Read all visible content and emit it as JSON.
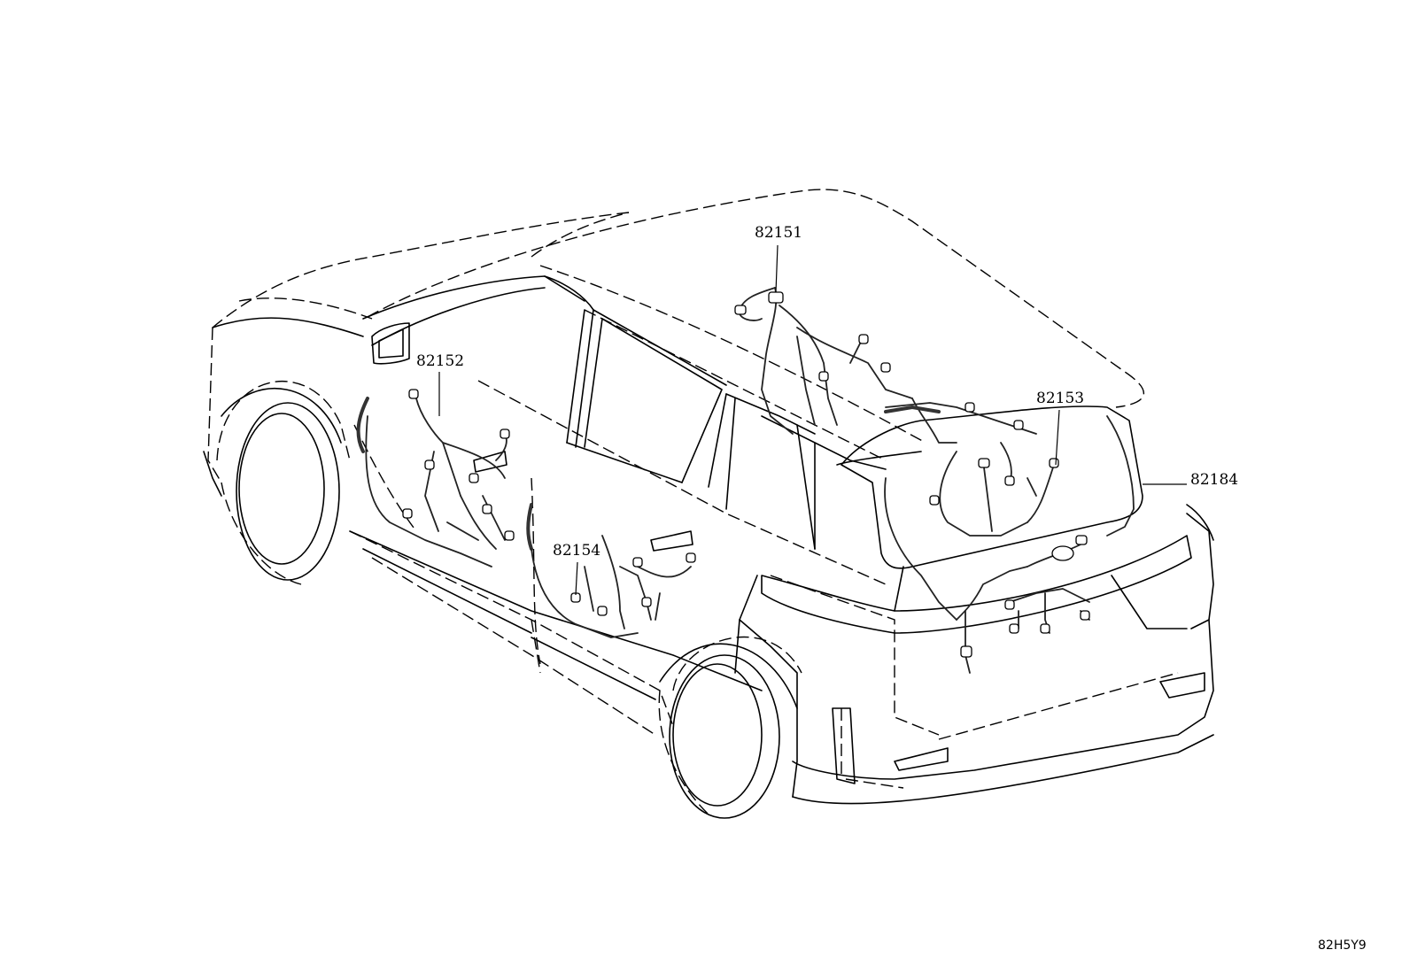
{
  "diagram": {
    "callouts": [
      {
        "id": "82151",
        "label": "82151"
      },
      {
        "id": "82152",
        "label": "82152"
      },
      {
        "id": "82153",
        "label": "82153"
      },
      {
        "id": "82154",
        "label": "82154"
      },
      {
        "id": "82184",
        "label": "82184"
      }
    ],
    "illustration_code": "82H5Y9"
  }
}
